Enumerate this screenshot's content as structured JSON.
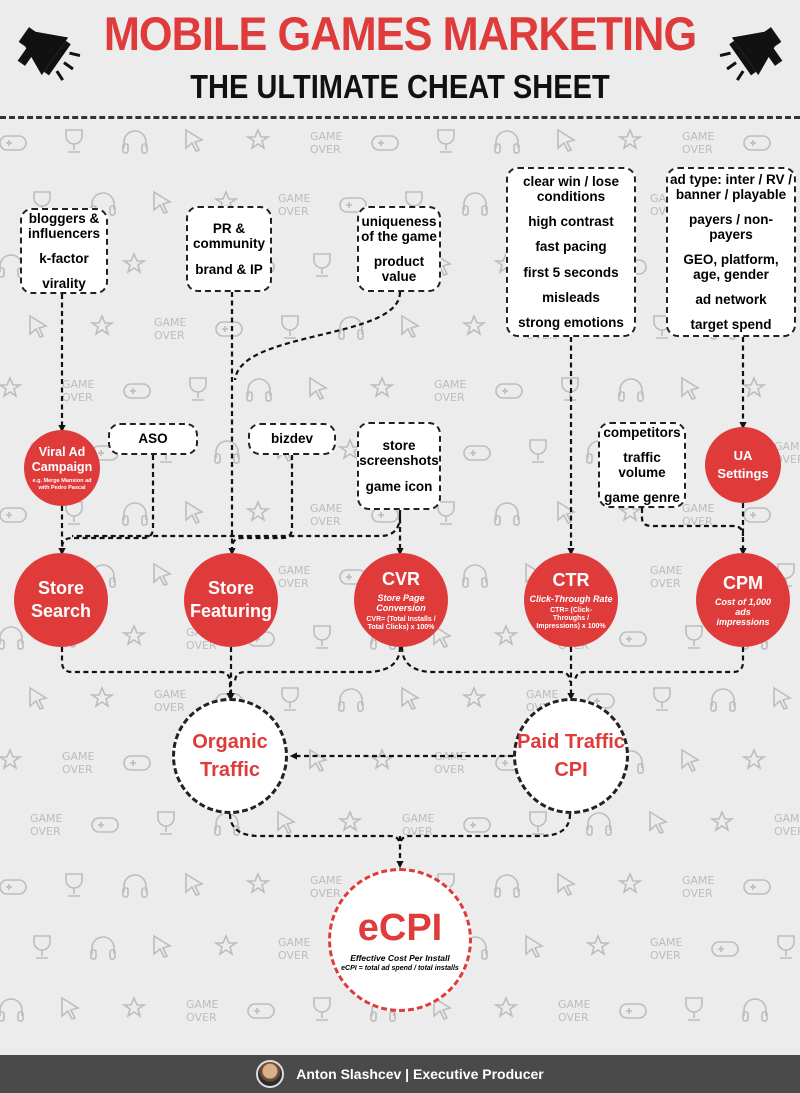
{
  "header": {
    "title": "MOBILE GAMES MARKETING",
    "subtitle": "THE ULTIMATE CHEAT SHEET"
  },
  "colors": {
    "accent": "#e03b3b",
    "dark": "#222222",
    "footer_bg": "#4a4a4a"
  },
  "icons": {
    "left": "megaphone-icon",
    "right": "megaphone-icon",
    "background": "game-doodle-pattern"
  },
  "background_words": [
    "GAME",
    "OVER"
  ],
  "boxes": {
    "bloggers": [
      "bloggers & influencers",
      "k-factor",
      "virality"
    ],
    "pr": [
      "PR & community",
      "brand & IP"
    ],
    "uniqueness": [
      "uniqueness of the game",
      "product value"
    ],
    "creatives": [
      "clear win / lose conditions",
      "high contrast",
      "fast pacing",
      "first 5 seconds",
      "misleads",
      "strong emotions"
    ],
    "targeting": [
      "ad type: inter / RV / banner / playable",
      "payers / non-payers",
      "GEO, platform, age, gender",
      "ad network",
      "target spend"
    ],
    "aso": [
      "ASO"
    ],
    "bizdev": [
      "bizdev"
    ],
    "store_assets": [
      "store screenshots",
      "game icon"
    ],
    "market": [
      "competitors",
      "traffic volume",
      "game genre"
    ]
  },
  "circles": {
    "viral": {
      "title": "Viral Ad Campaign",
      "note": "e.g. Merge Mansion ad with Pedro Pascal"
    },
    "ua_settings": {
      "title": "UA Settings"
    },
    "store_search": {
      "title": "Store Search"
    },
    "store_featuring": {
      "title": "Store Featuring"
    },
    "cvr": {
      "title": "CVR",
      "sub": "Store Page Conversion",
      "formula": "CVR= (Total Installs / Total Clicks) x 100%"
    },
    "ctr": {
      "title": "CTR",
      "sub": "Click-Through Rate",
      "formula": "CTR= (Click-Throughs / Impressions) x 100%"
    },
    "cpm": {
      "title": "CPM",
      "sub": "Cost of 1,000 ads impressions"
    },
    "organic": {
      "title": "Organic Traffic"
    },
    "paid": {
      "title": "Paid Traffic CPI"
    },
    "ecpi": {
      "title": "eCPI",
      "sub": "Effective Cost Per Install",
      "formula": "eCPI = total ad spend / total installs"
    }
  },
  "footer": {
    "text": "Anton Slashcev | Executive Producer"
  }
}
